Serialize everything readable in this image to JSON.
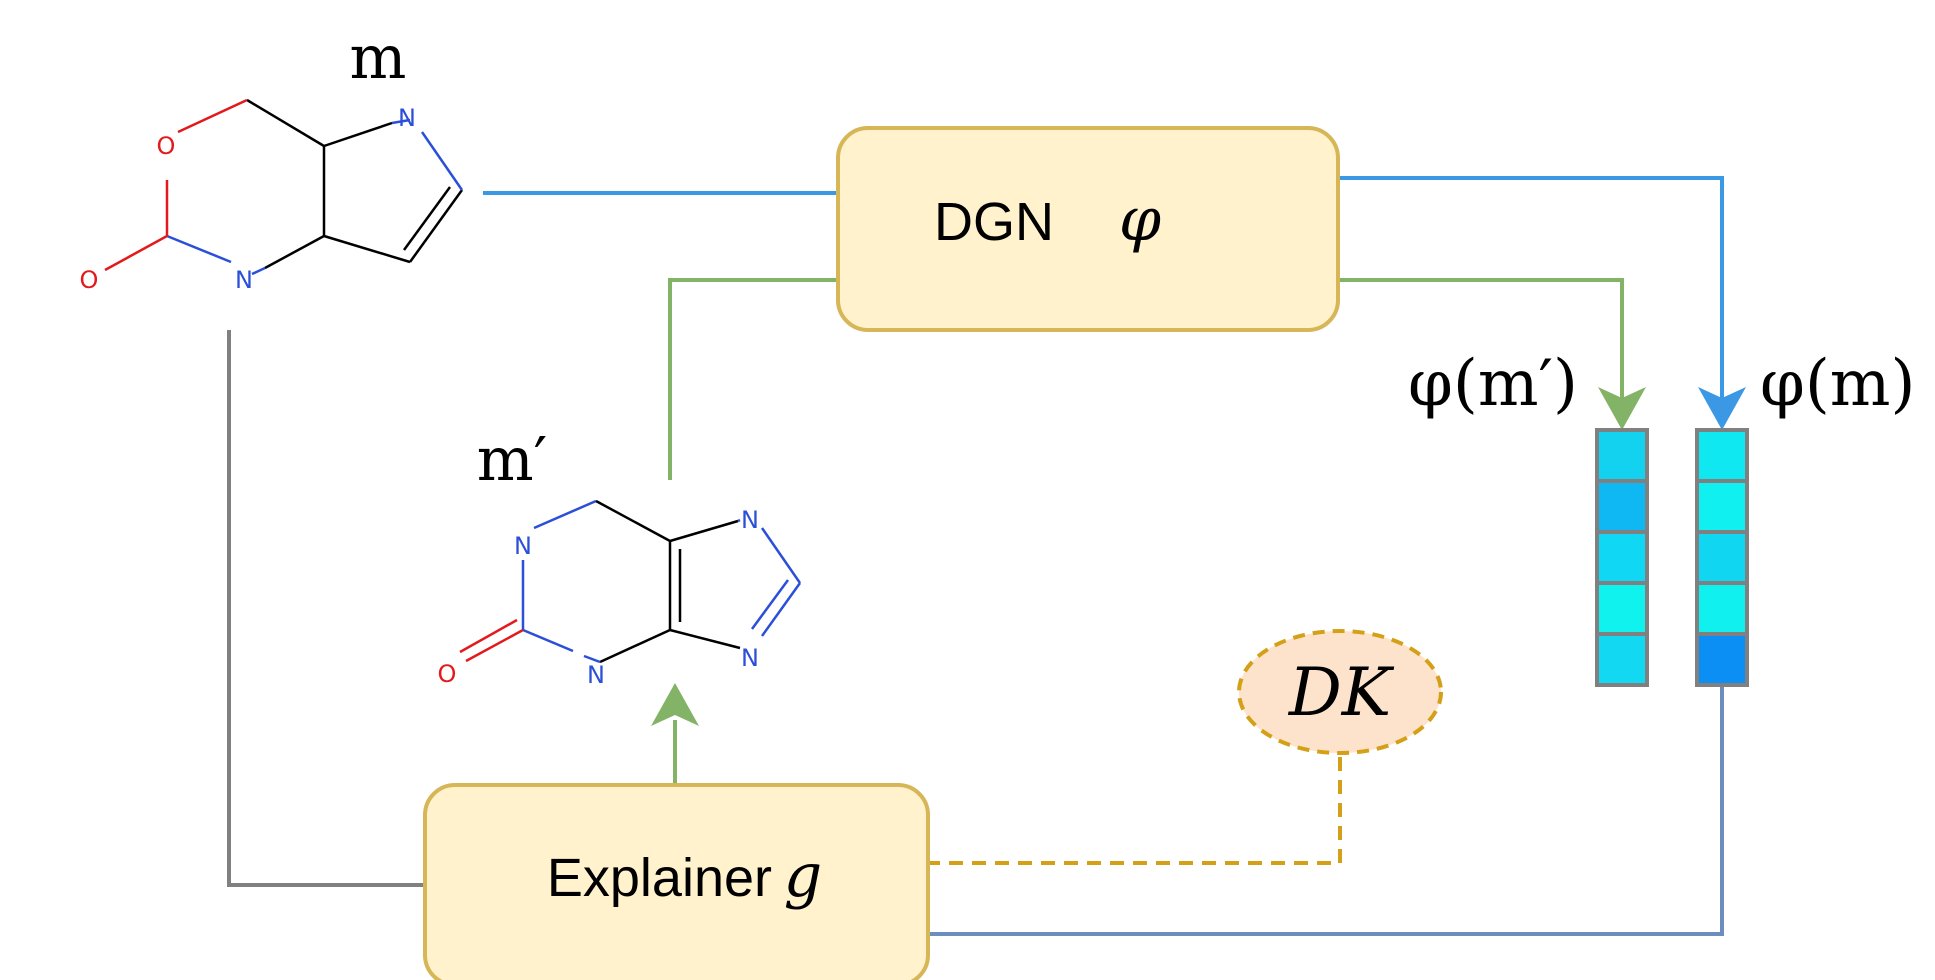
{
  "molecule_m": {
    "label": "m",
    "atoms": {
      "o_ring": "O",
      "o_carbonyl": "O",
      "n_ring": "N",
      "n_pyrrole": "N"
    }
  },
  "molecule_m_prime": {
    "label": "m′",
    "atoms": {
      "n_top": "N",
      "n_bottom": "N",
      "o_carbonyl": "O",
      "n_imid_top": "N",
      "n_imid_bottom": "N"
    }
  },
  "dgn_box": {
    "label": "DGN",
    "symbol": "φ"
  },
  "explainer_box": {
    "label": "Explainer",
    "symbol": "g"
  },
  "domain_knowledge": {
    "label": "DK"
  },
  "embedding_m_prime": {
    "label": "φ(m′)",
    "cells": [
      "#12d2ef",
      "#0fb8f2",
      "#10d8f4",
      "#0ff2ee",
      "#12d8f2"
    ]
  },
  "embedding_m": {
    "label": "φ(m)",
    "cells": [
      "#0fe8f0",
      "#10f0f0",
      "#10d6f2",
      "#10f0ee",
      "#0b8ff5"
    ]
  },
  "colors": {
    "blue_path": "#3b98e5",
    "green_path": "#82b366",
    "gray_path": "#808080",
    "slate_path": "#6c8ebf",
    "dk_dash": "#d4a017",
    "box_fill": "#fff2cc",
    "box_stroke": "#d6b656",
    "dk_fill": "#fde3cc",
    "atom_red": "#e31a1c",
    "atom_blue": "#2b4fd8"
  }
}
